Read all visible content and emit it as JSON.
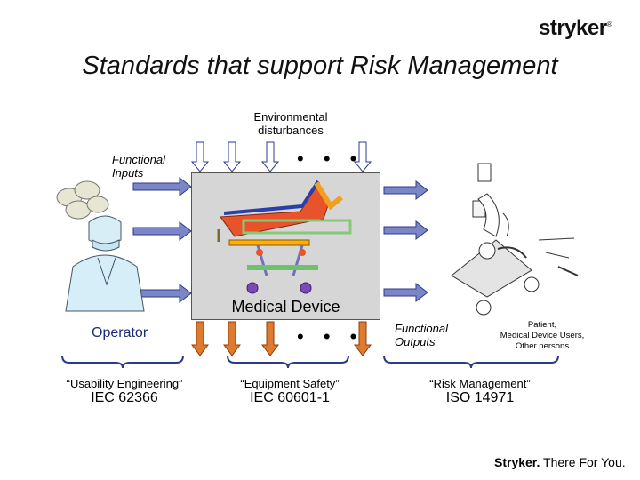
{
  "brand": {
    "logo": "stryker",
    "trademark": "®",
    "footer_brand": "Stryker.",
    "footer_tagline": " There For You."
  },
  "title": "Standards that support Risk Management",
  "env_label_line1": "Environmental",
  "env_label_line2": "disturbances",
  "functional_inputs_line1": "Functional",
  "functional_inputs_line2": "Inputs",
  "dots": "• • •",
  "device_label": "Medical Device",
  "operator_label": "Operator",
  "functional_outputs_line1": "Functional",
  "functional_outputs_line2": "Outputs",
  "patient_line1": "Patient,",
  "patient_line2": "Medical Device Users,",
  "patient_line3": "Other persons",
  "standards": [
    {
      "quote": "“Usability Engineering”",
      "iec": "IEC 62366"
    },
    {
      "quote": "“Equipment Safety”",
      "iec": "IEC 60601-1"
    },
    {
      "quote": "“Risk Management”",
      "iec": "ISO 14971"
    }
  ],
  "colors": {
    "arrow_fill": "#7b86c6",
    "arrow_stroke": "#2d3a8c",
    "output_arrow_fill": "#e07a2e",
    "device_box": "#d6d6d6",
    "brace": "#2d3a8c"
  }
}
